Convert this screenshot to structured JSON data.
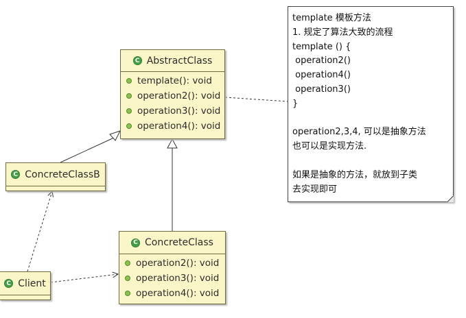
{
  "abstract_class": {
    "name": "AbstractClass",
    "operations": [
      "template(): void",
      "operation2(): void",
      "operation3(): void",
      "operation4(): void"
    ]
  },
  "concrete_class_b": {
    "name": "ConcreteClassB"
  },
  "concrete_class": {
    "name": "ConcreteClass",
    "operations": [
      "operation2(): void",
      "operation3(): void",
      "operation4(): void"
    ]
  },
  "client": {
    "name": "Client"
  },
  "class_icon_letter": "C",
  "colors": {
    "class_fill": "#fbf6c8",
    "class_border": "#6f6b3f",
    "class_icon": "#43a047",
    "operation_dot": "#8bc34a"
  },
  "note": {
    "lines": [
      "template 模板方法",
      "1. 规定了算法大致的流程",
      "template () {",
      " operation2()",
      " operation4()",
      " operation3()",
      "}",
      "",
      "operation2,3,4, 可以是抽象方法",
      "也可以是实现方法.",
      "",
      "如果是抽象的方法，就放到子类",
      "去实现即可"
    ]
  }
}
